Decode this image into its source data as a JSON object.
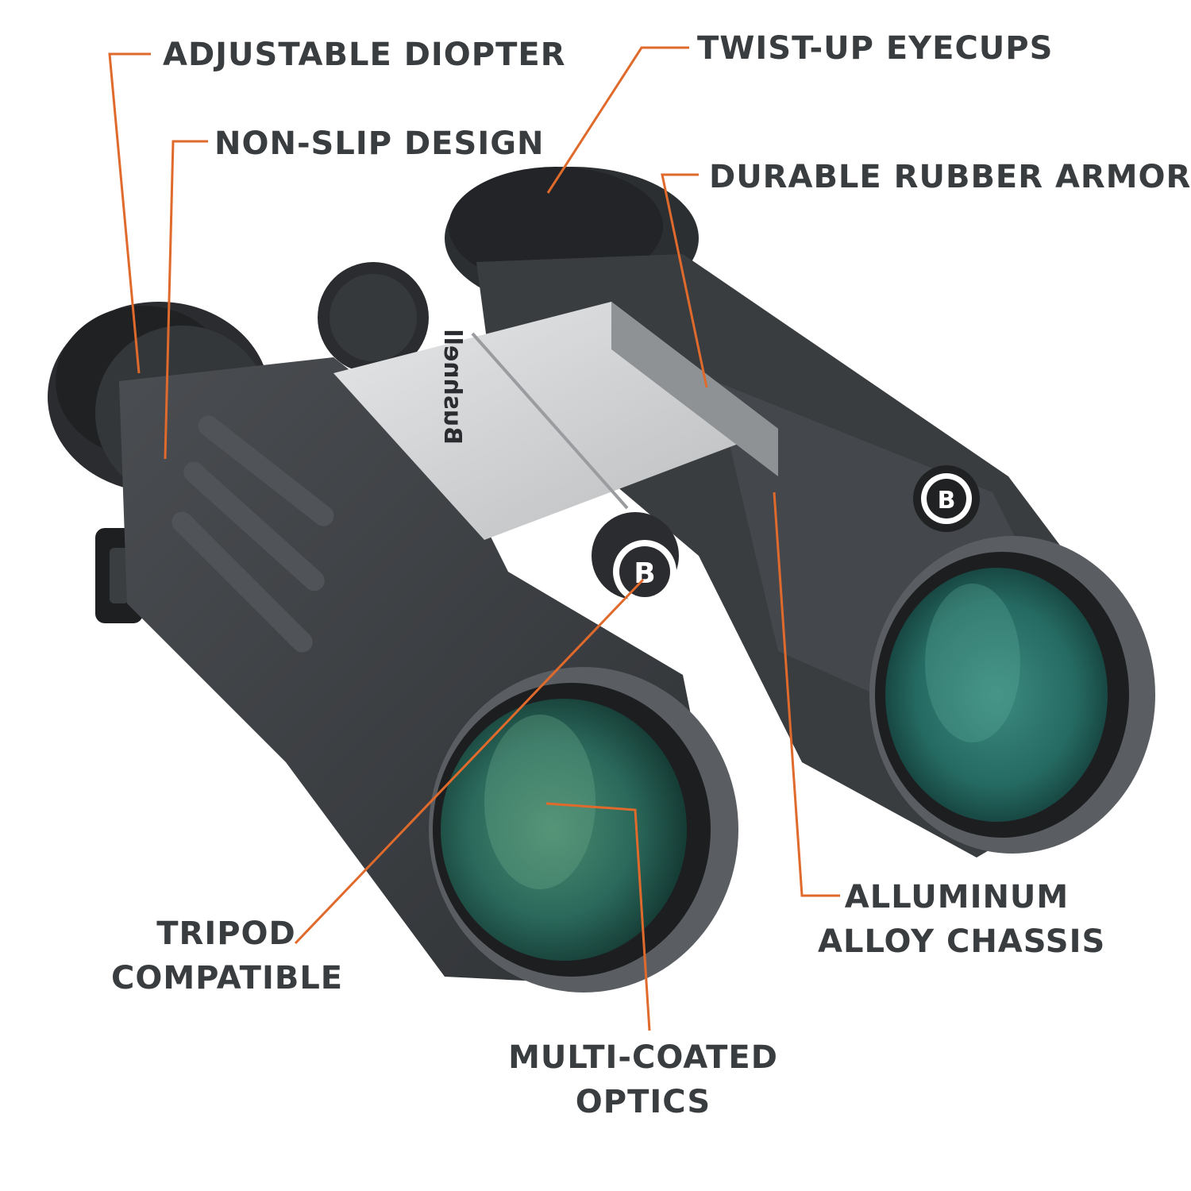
{
  "colors": {
    "leader_line": "#e06a2c",
    "label_text": "#3a3d40",
    "body_dark": "#3b3e41",
    "body_mid": "#55595d",
    "bridge_plate": "#cfd1d3",
    "lens_glass": "#2f6e5e"
  },
  "brand": {
    "wordmark": "Bushnell",
    "emblem_letter": "B"
  },
  "callouts": {
    "adjustable_diopter": "ADJUSTABLE DIOPTER",
    "non_slip_design": "NON-SLIP DESIGN",
    "twist_up_eyecups": "TWIST-UP EYECUPS",
    "durable_rubber_armor": "DURABLE RUBBER ARMOR",
    "tripod_compatible": [
      "TRIPOD",
      "COMPATIBLE"
    ],
    "multi_coated_optics": [
      "MULTI-COATED",
      "OPTICS"
    ],
    "aluminum_alloy_chassis": [
      "ALLUMINUM",
      "ALLOY CHASSIS"
    ]
  }
}
